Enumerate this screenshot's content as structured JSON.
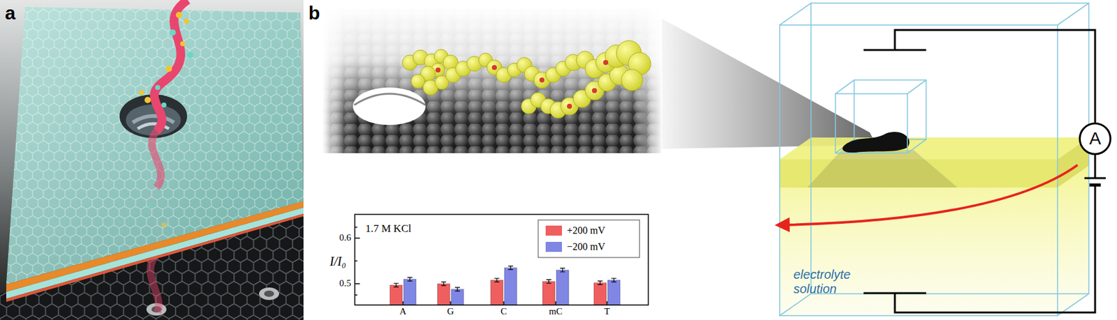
{
  "diagram": {
    "nodes": [
      {
        "text": [
          "A"
        ]
      }
    ],
    "labels": [
      "a",
      "b",
      "1.7 M KCl",
      "I/I₀",
      "0.6",
      "0.5",
      "A",
      "G",
      "C",
      "mC",
      "T",
      "electrolyte solution"
    ],
    "legend": [
      {
        "text": "+200 mV",
        "color": "#ef5f5f"
      },
      {
        "text": "−200 mV",
        "color": "#7f86e4"
      }
    ]
  }
}
